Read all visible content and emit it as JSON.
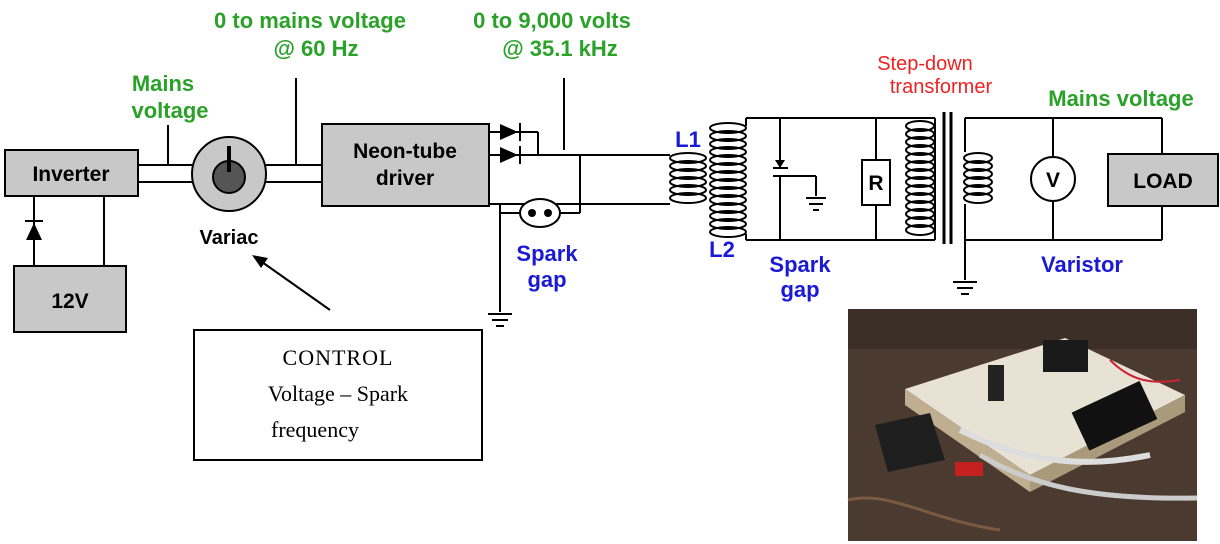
{
  "labels": {
    "mains_voltage_left_1": "Mains",
    "mains_voltage_left_2": "voltage",
    "variac_range_1": "0 to mains voltage",
    "variac_range_2": "@ 60 Hz",
    "driver_range_1": "0 to 9,000 volts",
    "driver_range_2": "@ 35.1 kHz",
    "step_down_1": "Step-down",
    "step_down_2": "transformer",
    "mains_voltage_right": "Mains voltage",
    "inverter": "Inverter",
    "battery": "12V",
    "variac": "Variac",
    "neon_driver_1": "Neon-tube",
    "neon_driver_2": "driver",
    "spark_gap_1_a": "Spark",
    "spark_gap_1_b": "gap",
    "spark_gap_2_a": "Spark",
    "spark_gap_2_b": "gap",
    "l1": "L1",
    "l2": "L2",
    "resistor": "R",
    "voltmeter": "V",
    "load": "LOAD",
    "varistor": "Varistor"
  },
  "control_box": {
    "line1": "CONTROL",
    "line2": "Voltage – Spark",
    "line3": "frequency"
  },
  "colors": {
    "green_label": "#2aa22a",
    "blue_label": "#1a1ad6",
    "red_label": "#ee2222",
    "component_fill": "#c8c8c8"
  }
}
